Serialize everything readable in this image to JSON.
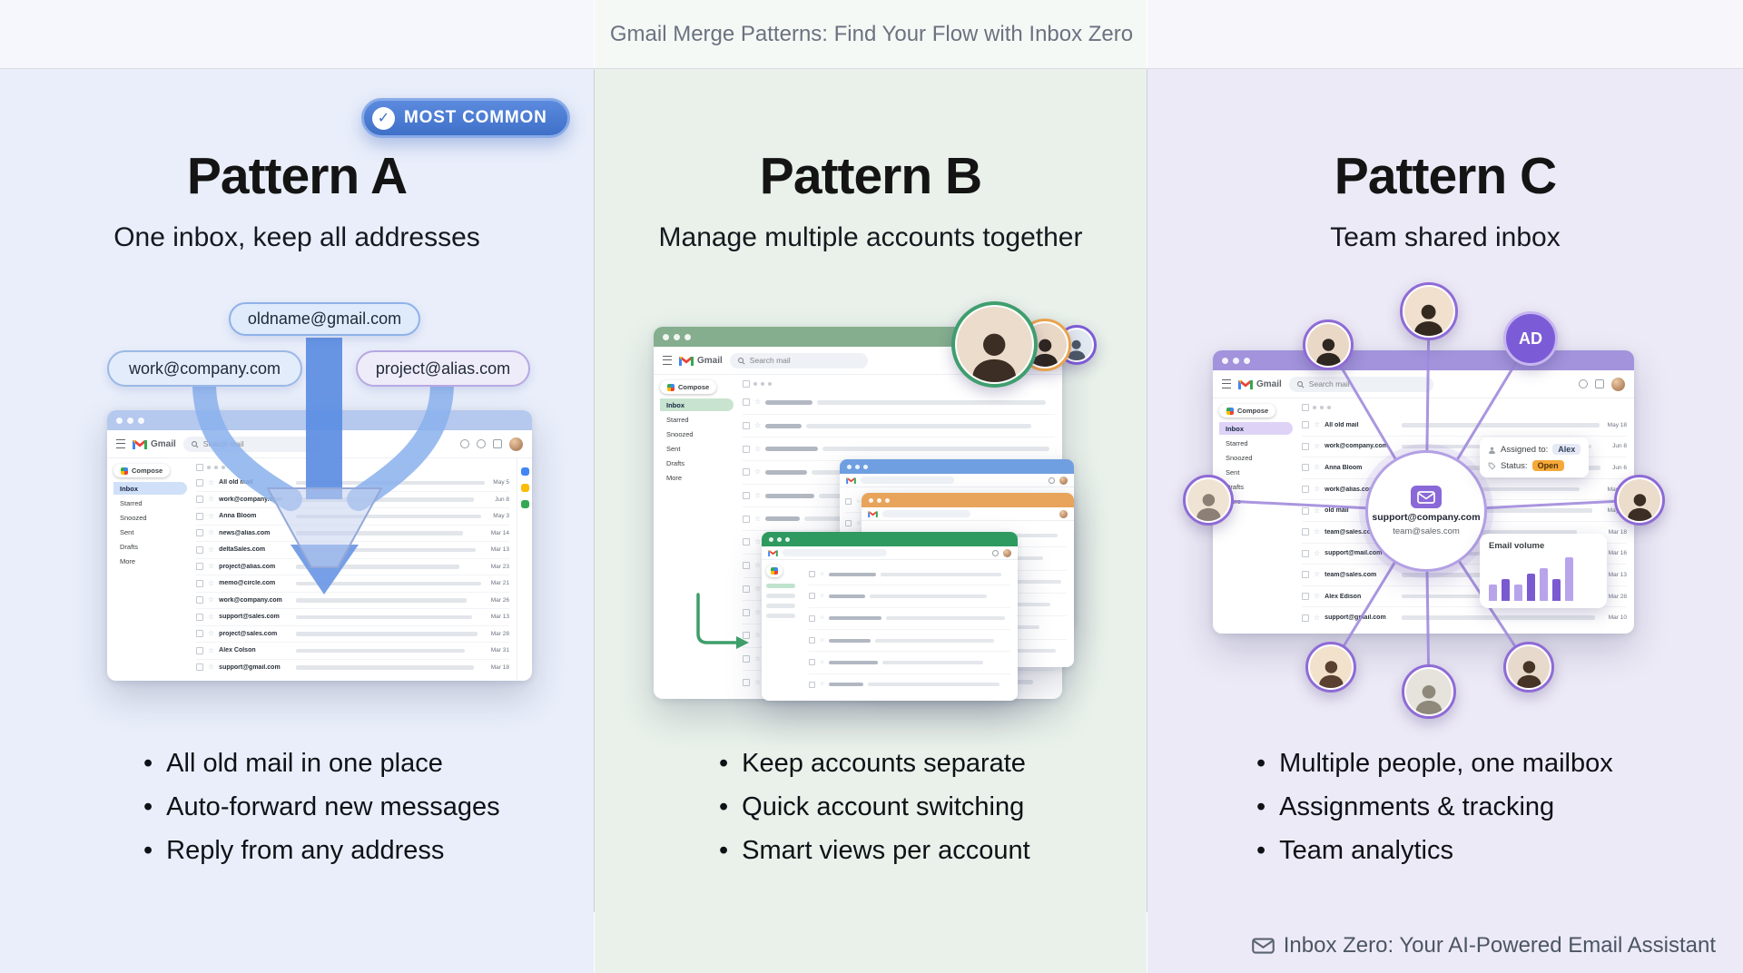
{
  "header": {
    "title": "Gmail Merge Patterns: Find Your Flow with Inbox Zero"
  },
  "footer": {
    "text": "Inbox Zero: Your AI-Powered Email Assistant"
  },
  "gmail": {
    "brand": "Gmail",
    "search_placeholder": "Search mail",
    "compose_label": "Compose",
    "nav_items": [
      "Inbox",
      "Starred",
      "Snoozed",
      "Sent",
      "Drafts",
      "More"
    ]
  },
  "pattern_a": {
    "badge": "MOST COMMON",
    "title": "Pattern A",
    "subtitle": "One inbox, keep all addresses",
    "address_pills": [
      "oldname@gmail.com",
      "work@company.com",
      "project@alias.com"
    ],
    "bullets": [
      "All old mail in one place",
      "Auto-forward new messages",
      "Reply from any address"
    ],
    "inbox_rows": [
      {
        "sender": "All old mail",
        "date": "May 5"
      },
      {
        "sender": "work@company.com",
        "date": "Jun 8"
      },
      {
        "sender": "Anna Bloom",
        "date": "May 3"
      },
      {
        "sender": "news@alias.com",
        "date": "Mar 14"
      },
      {
        "sender": "deltaSales.com",
        "date": "Mar 13"
      },
      {
        "sender": "project@alias.com",
        "date": "Mar 23"
      },
      {
        "sender": "memo@circle.com",
        "date": "Mar 21"
      },
      {
        "sender": "work@company.com",
        "date": "Mar 26"
      },
      {
        "sender": "support@sales.com",
        "date": "Mar 13"
      },
      {
        "sender": "project@sales.com",
        "date": "Mar 28"
      },
      {
        "sender": "Alex Colson",
        "date": "Mar 31"
      },
      {
        "sender": "support@gmail.com",
        "date": "Mar 18"
      }
    ]
  },
  "pattern_b": {
    "title": "Pattern B",
    "subtitle": "Manage multiple accounts together",
    "bullets": [
      "Keep accounts separate",
      "Quick account switching",
      "Smart views per account"
    ]
  },
  "pattern_c": {
    "title": "Pattern C",
    "subtitle": "Team shared inbox",
    "hub": {
      "primary": "support@company.com",
      "secondary": "team@sales.com"
    },
    "assignment": {
      "label": "Assigned to:",
      "value": "Alex"
    },
    "status": {
      "label": "Status:",
      "value": "Open"
    },
    "avatar_badge": "AD",
    "bullets": [
      "Multiple people, one mailbox",
      "Assignments & tracking",
      "Team analytics"
    ],
    "inbox_rows": [
      {
        "sender": "All old mail",
        "date": "May 18"
      },
      {
        "sender": "work@company.com",
        "date": "Jun 8"
      },
      {
        "sender": "Anna Bloom",
        "date": "Jun 6"
      },
      {
        "sender": "work@alias.com",
        "date": "May 31"
      },
      {
        "sender": "old mail",
        "date": "May 20"
      },
      {
        "sender": "team@sales.com",
        "date": "Mar 18"
      },
      {
        "sender": "support@mail.com",
        "date": "Mar 16"
      },
      {
        "sender": "team@sales.com",
        "date": "Mar 13"
      },
      {
        "sender": "Alex Edison",
        "date": "Mar 28"
      },
      {
        "sender": "support@gmail.com",
        "date": "Mar 10"
      }
    ]
  },
  "chart_data": {
    "type": "bar",
    "title": "Email volume",
    "categories": [
      "",
      "",
      "",
      "",
      "",
      "",
      ""
    ],
    "values": [
      3,
      4,
      3,
      5,
      6,
      4,
      8
    ]
  },
  "colors": {
    "accent_blue": "#4a7fd6",
    "accent_green": "#3d9e6a",
    "accent_purple": "#8a68d8",
    "accent_orange": "#e8a35c",
    "status_open": "#f6a938",
    "col_a_bg": "#e9eefa",
    "col_b_bg": "#e9f1ea",
    "col_c_bg": "#edeaf7"
  }
}
